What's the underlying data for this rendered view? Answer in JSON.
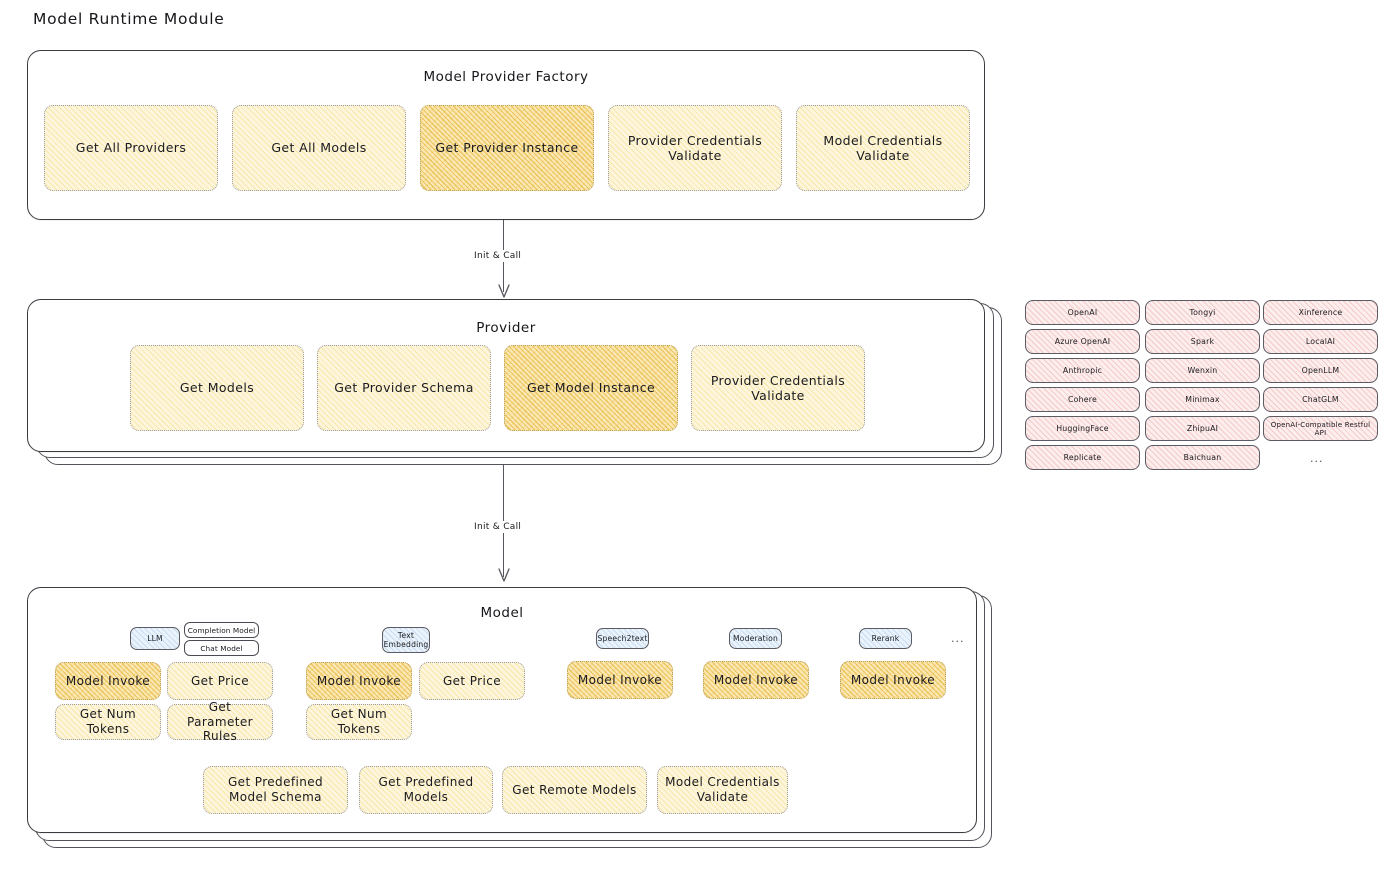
{
  "page": {
    "title": "Model Runtime Module"
  },
  "factory": {
    "title": "Model Provider Factory",
    "methods": [
      {
        "label": "Get All Providers",
        "highlighted": false
      },
      {
        "label": "Get All Models",
        "highlighted": false
      },
      {
        "label": "Get Provider Instance",
        "highlighted": true
      },
      {
        "label": "Provider Credentials Validate",
        "highlighted": false
      },
      {
        "label": "Model Credentials Validate",
        "highlighted": false
      }
    ]
  },
  "connector_1": {
    "label": "Init & Call"
  },
  "provider": {
    "title": "Provider",
    "methods": [
      {
        "label": "Get Models",
        "highlighted": false
      },
      {
        "label": "Get Provider Schema",
        "highlighted": false
      },
      {
        "label": "Get Model Instance",
        "highlighted": true
      },
      {
        "label": "Provider Credentials Validate",
        "highlighted": false
      }
    ]
  },
  "provider_list": {
    "column_1": [
      "OpenAI",
      "Azure OpenAI",
      "Anthropic",
      "Cohere",
      "HuggingFace",
      "Replicate"
    ],
    "column_2": [
      "Tongyi",
      "Spark",
      "Wenxin",
      "Minimax",
      "ZhipuAI",
      "Baichuan"
    ],
    "column_3": [
      "Xinference",
      "LocalAI",
      "OpenLLM",
      "ChatGLM",
      "OpenAI-Compatible Restful API"
    ],
    "more": "..."
  },
  "connector_2": {
    "label": "Init & Call"
  },
  "model": {
    "title": "Model",
    "more": "...",
    "types": [
      {
        "tag": "LLM",
        "subtags": [
          "Completion Model",
          "Chat Model"
        ],
        "methods": [
          "Model Invoke",
          "Get Price",
          "Get Num Tokens",
          "Get Parameter Rules"
        ]
      },
      {
        "tag": "Text Embedding",
        "subtags": [],
        "methods": [
          "Model Invoke",
          "Get Price",
          "Get Num Tokens"
        ]
      },
      {
        "tag": "Speech2text",
        "subtags": [],
        "methods": [
          "Model Invoke"
        ]
      },
      {
        "tag": "Moderation",
        "subtags": [],
        "methods": [
          "Model Invoke"
        ]
      },
      {
        "tag": "Rerank",
        "subtags": [],
        "methods": [
          "Model Invoke"
        ]
      }
    ],
    "common_methods": [
      "Get Predefined Model Schema",
      "Get Predefined Models",
      "Get Remote Models",
      "Model Credentials Validate"
    ]
  },
  "colors": {
    "method_fill": "#fdf6dc",
    "method_fill_highlight": "#fbe9b5",
    "provider_tag_fill": "#fdeeee",
    "model_tag_fill": "#eaf3fb",
    "border": "#3b3b42",
    "text": "#1b1b1f"
  }
}
